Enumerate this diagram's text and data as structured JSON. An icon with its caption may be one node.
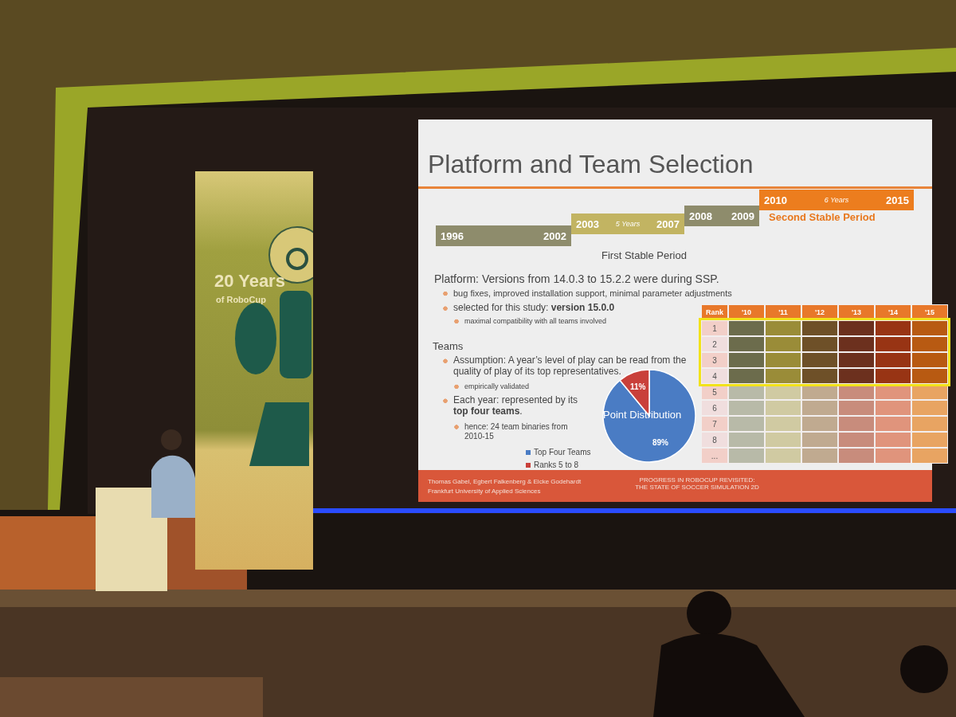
{
  "diagram": {
    "title": "Platform and Team Selection",
    "nodes": [
      {
        "text": [
          "1996",
          "2002"
        ]
      },
      {
        "text": [
          "2003",
          "5 Years",
          "2007"
        ]
      },
      {
        "text": [
          "2008",
          "2009"
        ]
      },
      {
        "text": [
          "2010",
          "6 Years",
          "2015"
        ]
      }
    ],
    "labels": [
      "First Stable Period",
      "Second Stable Period",
      "Platform: Versions from 14.0.3 to 15.2.2 were during SSP.",
      "bug fixes, improved installation support, minimal parameter adjustments",
      "selected for this study: **version 15.0.0**",
      "maximal compatibility with all teams involved",
      "Teams",
      "Assumption: A year’s level of play can be read from the quality of play of its top representatives.",
      "empirically validated",
      "Each year: represented by its **top four teams**.",
      "hence: 24 team binaries from 2010-15",
      "Rank",
      "'10",
      "'11",
      "'12",
      "'13",
      "'14",
      "'15",
      "1",
      "2",
      "3",
      "4",
      "5",
      "6",
      "7",
      "8",
      "...",
      "Thomas Gabel, Egbert Falkenberg & Eicke Godehardt",
      "Frankfurt University of Applied Sciences",
      "PROGRESS IN ROBOCUP REVISITED: THE STATE OF SOCCER SIMULATION 2D",
      "20 Years",
      "of RoboCup"
    ],
    "chart_data": {
      "type": "pie",
      "title": "Point Distribution",
      "categories": [
        "Top Four Teams",
        "Ranks 5 to 8"
      ],
      "legend": true,
      "series": [
        {
          "values": [
            89,
            11
          ],
          "colors": [
            "#4a7cc4",
            "#c9403a"
          ]
        }
      ],
      "value_labels": [
        "89%",
        "11%"
      ]
    }
  }
}
